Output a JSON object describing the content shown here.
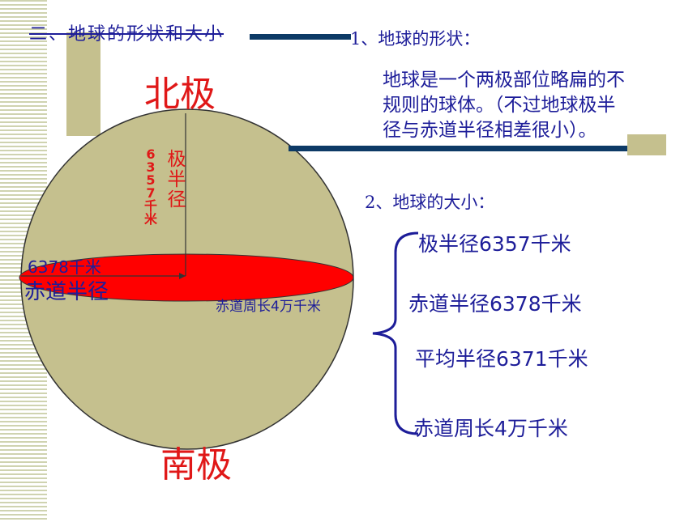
{
  "slide": {
    "title": "二、地球的形状和大小",
    "north_pole": "北极",
    "south_pole": "南极",
    "polar_radius_value": "6357千米",
    "polar_radius_label": "极半径",
    "equator_radius_value": "6378千米",
    "equator_radius_label": "赤道半径",
    "equator_circumference": "赤道周长4万千米",
    "shape_heading": "1、地球的形状：",
    "shape_description": "地球是一个两极部位略扁的不规则的球体。（不过地球极半径与赤道半径相差很小）。",
    "size_heading": "2、地球的大小：",
    "size_items": [
      "极半径6357千米",
      "赤道半径6378千米",
      "平均半径6371千米",
      "赤道周长4万千米"
    ]
  },
  "colors": {
    "globe": "#c5c08e",
    "equator": "#ff0000",
    "accent_red": "#e01818",
    "text_blue": "#1d1d99",
    "bar_navy": "#0d3a66"
  }
}
